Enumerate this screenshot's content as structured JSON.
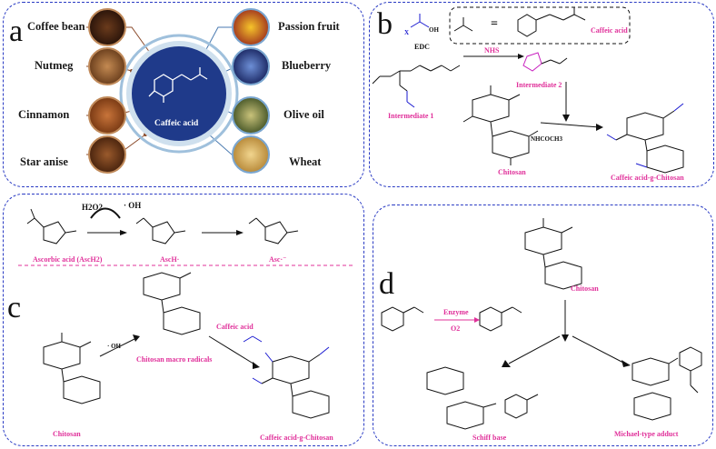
{
  "panels": {
    "a": {
      "label": "a",
      "center": "Caffeic acid",
      "foods_left": [
        "Coffee bean",
        "Nutmeg",
        "Cinnamon",
        "Star anise"
      ],
      "foods_right": [
        "Passion fruit",
        "Blueberry",
        "Olive oil",
        "Wheat"
      ],
      "colors": {
        "center": "#1f3a8a",
        "ring": "#cfe0ee"
      }
    },
    "b": {
      "label": "b",
      "edc": "EDC",
      "nhs": "NHS",
      "caffeic_acid": "Caffeic acid",
      "intermediate1": "Intermediate 1",
      "intermediate2": "Intermediate 2",
      "chitosan": "Chitosan",
      "product": "Caffeic acid-g-Chitosan",
      "equals": "=",
      "x": "X",
      "oh": "OH",
      "nhcoch3": "NHCOCH3"
    },
    "c": {
      "label": "c",
      "h2o2": "H2O2",
      "oh_radical": "· OH",
      "ascorbic": "Ascorbic acid (AscH2)",
      "asch": "AscH·",
      "asc": "Asc·⁻",
      "chitosan": "Chitosan",
      "macro": "Chitosan macro radicals",
      "caffeic_acid": "Caffeic acid",
      "product": "Caffeic acid-g-Chitosan"
    },
    "d": {
      "label": "d",
      "chitosan": "Chitosan",
      "enzyme": "Enzyme",
      "o2": "O2",
      "schiff": "Schiff base",
      "michael": "Michael-type adduct"
    }
  }
}
